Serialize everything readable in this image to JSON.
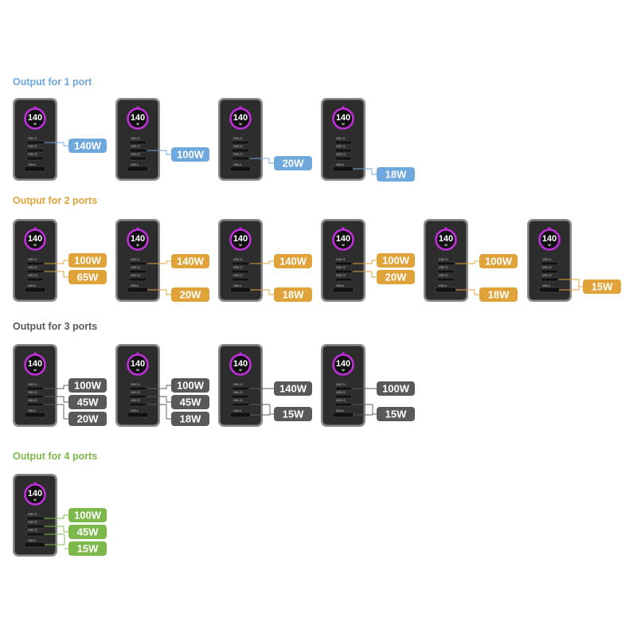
{
  "colors": {
    "one_port": "#6fa8dc",
    "two_ports": "#e0a33a",
    "three_ports": "#595959",
    "four_ports": "#7cb84a",
    "ring": "#c02fd9",
    "charger_body": "#2d2d2d",
    "charger_frame": "#8a8a8a"
  },
  "charger": {
    "display_value": "140",
    "display_unit": "W",
    "port_labels": [
      "USB-C1",
      "USB-C2",
      "USB-C3",
      "USB-A"
    ]
  },
  "sections": [
    {
      "title": "Output for 1 port",
      "color_key": "one_port",
      "chargers": [
        {
          "outputs": [
            {
              "ports": [
                1
              ],
              "label": "140W"
            }
          ]
        },
        {
          "outputs": [
            {
              "ports": [
                2
              ],
              "label": "100W"
            }
          ]
        },
        {
          "outputs": [
            {
              "ports": [
                3
              ],
              "label": "20W"
            }
          ]
        },
        {
          "outputs": [
            {
              "ports": [
                4
              ],
              "label": "18W"
            }
          ]
        }
      ]
    },
    {
      "title": "Output for 2 ports",
      "color_key": "two_ports",
      "chargers": [
        {
          "outputs": [
            {
              "ports": [
                1
              ],
              "label": "100W"
            },
            {
              "ports": [
                2
              ],
              "label": "65W"
            }
          ]
        },
        {
          "outputs": [
            {
              "ports": [
                1
              ],
              "label": "140W"
            },
            {
              "ports": [
                4
              ],
              "label": "20W"
            }
          ]
        },
        {
          "outputs": [
            {
              "ports": [
                1
              ],
              "label": "140W"
            },
            {
              "ports": [
                4
              ],
              "label": "18W"
            }
          ]
        },
        {
          "outputs": [
            {
              "ports": [
                1
              ],
              "label": "100W"
            },
            {
              "ports": [
                2
              ],
              "label": "20W"
            }
          ]
        },
        {
          "outputs": [
            {
              "ports": [
                1
              ],
              "label": "100W"
            },
            {
              "ports": [
                4
              ],
              "label": "18W"
            }
          ]
        },
        {
          "outputs": [
            {
              "ports": [
                3,
                4
              ],
              "label": "15W"
            }
          ]
        }
      ]
    },
    {
      "title": "Output for 3 ports",
      "color_key": "three_ports",
      "chargers": [
        {
          "outputs": [
            {
              "ports": [
                1
              ],
              "label": "100W"
            },
            {
              "ports": [
                2
              ],
              "label": "45W"
            },
            {
              "ports": [
                3
              ],
              "label": "20W"
            }
          ]
        },
        {
          "outputs": [
            {
              "ports": [
                1
              ],
              "label": "100W"
            },
            {
              "ports": [
                2
              ],
              "label": "45W"
            },
            {
              "ports": [
                3
              ],
              "label": "18W"
            }
          ]
        },
        {
          "outputs": [
            {
              "ports": [
                1
              ],
              "label": "140W"
            },
            {
              "ports": [
                3,
                4
              ],
              "label": "15W"
            }
          ]
        },
        {
          "outputs": [
            {
              "ports": [
                1
              ],
              "label": "100W"
            },
            {
              "ports": [
                3,
                4
              ],
              "label": "15W"
            }
          ]
        }
      ]
    },
    {
      "title": "Output for 4 ports",
      "color_key": "four_ports",
      "chargers": [
        {
          "outputs": [
            {
              "ports": [
                1
              ],
              "label": "100W"
            },
            {
              "ports": [
                2
              ],
              "label": "45W"
            },
            {
              "ports": [
                3,
                4
              ],
              "label": "15W"
            }
          ]
        }
      ]
    }
  ]
}
